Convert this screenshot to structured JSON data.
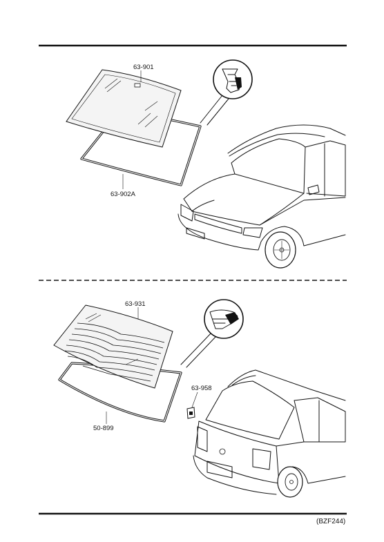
{
  "labels": {
    "front_glass": "63-901",
    "front_seal": "63-902A",
    "rear_glass": "63-931",
    "rear_clip": "63-958",
    "rear_seal": "50-899"
  },
  "figure_code": "(BZF244)"
}
